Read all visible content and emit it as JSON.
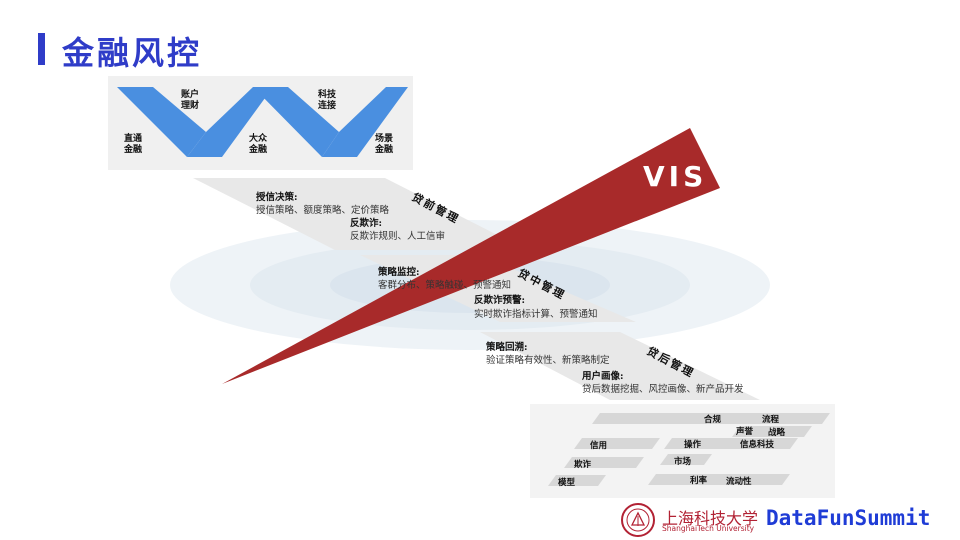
{
  "slide": {
    "title": "金融风控"
  },
  "top_diagram": {
    "labels": [
      {
        "id": "direct",
        "text": "直通\n金融"
      },
      {
        "id": "account",
        "text": "账户\n理财"
      },
      {
        "id": "mass",
        "text": "大众\n金融"
      },
      {
        "id": "tech",
        "text": "科技\n连接"
      },
      {
        "id": "scene",
        "text": "场景\n金融"
      }
    ]
  },
  "vis_label": "VIS",
  "stages": {
    "pre": {
      "name": "贷前管理",
      "items": [
        {
          "head": "授信决策:",
          "detail": "授信策略、额度策略、定价策略"
        },
        {
          "head": "反欺诈:",
          "detail": "反欺诈规则、人工信审"
        }
      ]
    },
    "mid": {
      "name": "贷中管理",
      "items": [
        {
          "head": "策略监控:",
          "detail": "客群分布、策略触碰、预警通知"
        },
        {
          "head": "反欺诈预警:",
          "detail": "实时欺诈指标计算、预警通知"
        }
      ]
    },
    "post": {
      "name": "贷后管理",
      "items": [
        {
          "head": "策略回溯:",
          "detail": "验证策略有效性、新策略制定"
        },
        {
          "head": "用户画像:",
          "detail": "贷后数据挖掘、风控画像、新产品开发"
        }
      ]
    }
  },
  "risk_types": [
    "合规",
    "流程",
    "声誉",
    "战略",
    "信用",
    "操作",
    "信息科技",
    "欺诈",
    "市场",
    "模型",
    "利率",
    "流动性"
  ],
  "footer": {
    "school_cn": "上海科技大学",
    "school_en": "ShanghaiTech University",
    "brand": "DataFunSummit"
  }
}
